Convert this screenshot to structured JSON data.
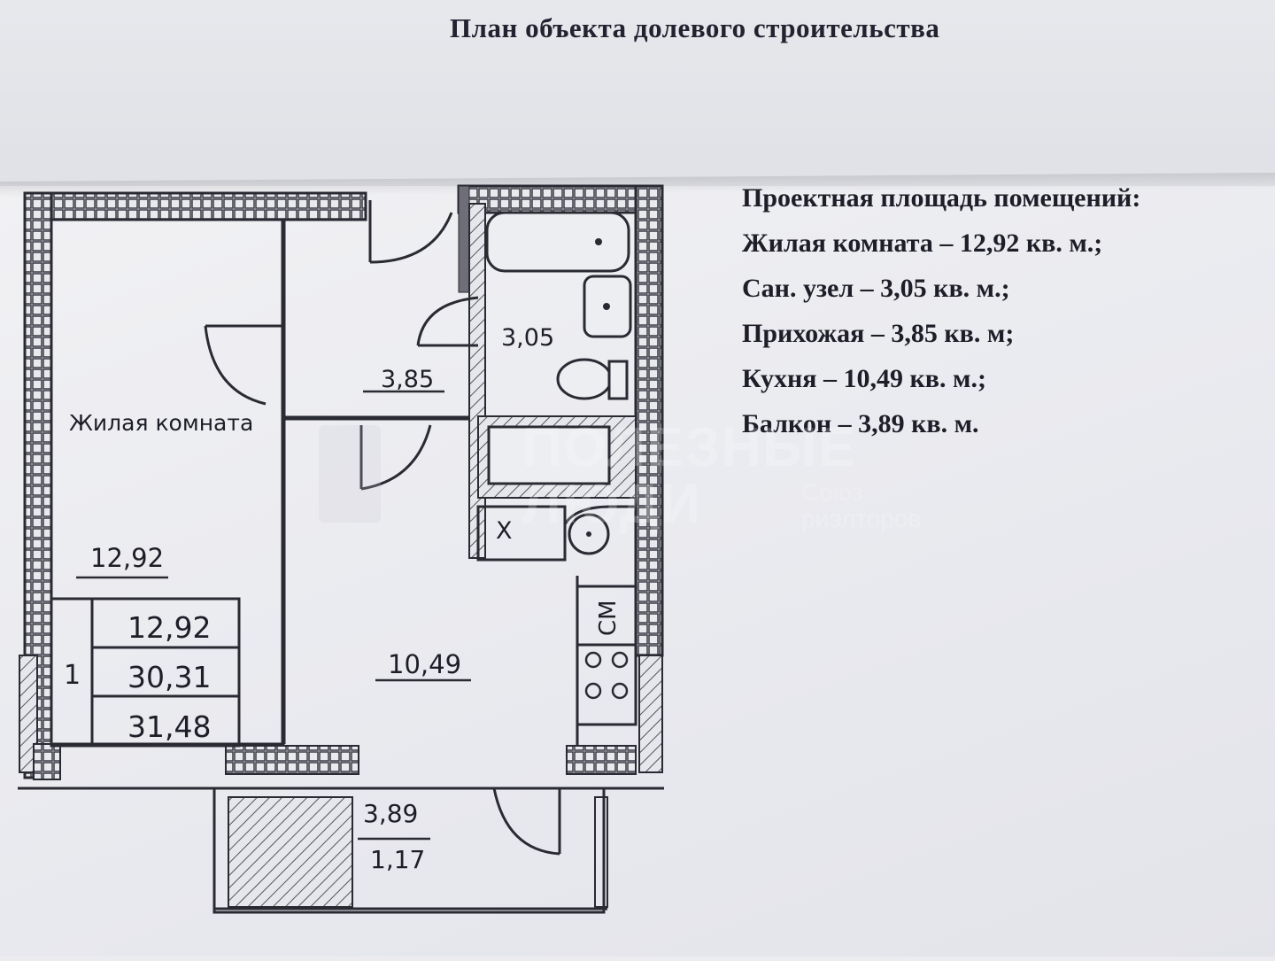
{
  "document": {
    "title": "План объекта долевого строительства"
  },
  "legend": {
    "heading": "Проектная площадь помещений:",
    "items": [
      "Жилая комната – 12,92 кв. м.;",
      "Сан. узел – 3,05 кв. м.;",
      "Прихожая – 3,85 кв. м;",
      "Кухня – 10,49 кв. м.;",
      "Балкон – 3,89 кв. м."
    ]
  },
  "plan": {
    "living_room_label": "Жилая комната",
    "living_room_area": "12,92",
    "hallway_area": "3,85",
    "bathroom_area": "3,05",
    "kitchen_area": "10,49",
    "balcony_area": "3,89",
    "balcony_coef_area": "1,17",
    "fridge_mark": "Х",
    "washer_mark": "СМ",
    "summary_room_count": "1",
    "summary_living": "12,92",
    "summary_total": "30,31",
    "summary_total_with_balcony": "31,48"
  },
  "watermark": {
    "line1": "ПОЛЕЗНЫЕ",
    "line2": "ЛЮДИ",
    "sub1": "Союз",
    "sub2": "риэлторов"
  }
}
